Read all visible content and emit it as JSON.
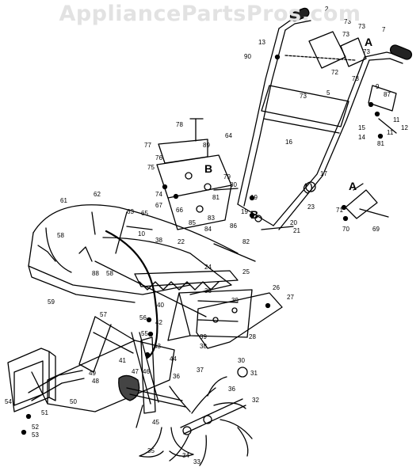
{
  "watermark": "AppliancePartsPros.com",
  "callouts": {
    "c2": "2",
    "c5": "5",
    "c7": "7",
    "c9": "9",
    "c11a": "11",
    "c11b": "11",
    "c12": "12",
    "c13": "13",
    "c14": "14",
    "c15": "15",
    "c16": "16",
    "c17": "17",
    "c19a": "19",
    "c19b": "19",
    "c20": "20",
    "c21": "21",
    "c22": "22",
    "c23": "23",
    "c24": "24",
    "c25": "25",
    "c26": "26",
    "c27": "27",
    "c28": "28",
    "c30": "30",
    "c31": "31",
    "c32": "32",
    "c33": "33",
    "c34": "34",
    "c35": "35",
    "c36a": "36",
    "c36b": "36",
    "c37": "37",
    "c38a": "38",
    "c38b": "38",
    "c38c": "38",
    "c39a": "39",
    "c39b": "39",
    "c40": "40",
    "c41": "41",
    "c42": "42",
    "c43": "43",
    "c44": "44",
    "c45": "45",
    "c46": "46",
    "c47": "47",
    "c48": "48",
    "c49": "49",
    "c50": "50",
    "c51": "51",
    "c52": "52",
    "c53": "53",
    "c54": "54",
    "c55": "55",
    "c56": "56",
    "c57": "57",
    "c58a": "58",
    "c58b": "58",
    "c59": "59",
    "c61": "61",
    "c62": "62",
    "c63": "63",
    "c64": "64",
    "c65": "65",
    "c66": "66",
    "c67": "67",
    "c69": "69",
    "c70": "70",
    "c71": "71",
    "c72": "72",
    "c73a": "73",
    "c73b": "73",
    "c73c": "73",
    "c73d": "73",
    "c73e": "73",
    "c73f": "73",
    "c74": "74",
    "c75": "75",
    "c76": "76",
    "c77": "77",
    "c78": "78",
    "c79": "79",
    "c80": "80",
    "c81a": "81",
    "c81b": "81",
    "c82": "82",
    "c83": "83",
    "c84": "84",
    "c85": "85",
    "c86": "86",
    "c87": "87",
    "c88": "88",
    "c89": "89",
    "c90": "90",
    "c10": "10",
    "lblA1": "A",
    "lblA2": "A",
    "lblB1": "B",
    "lblB2": "B"
  }
}
